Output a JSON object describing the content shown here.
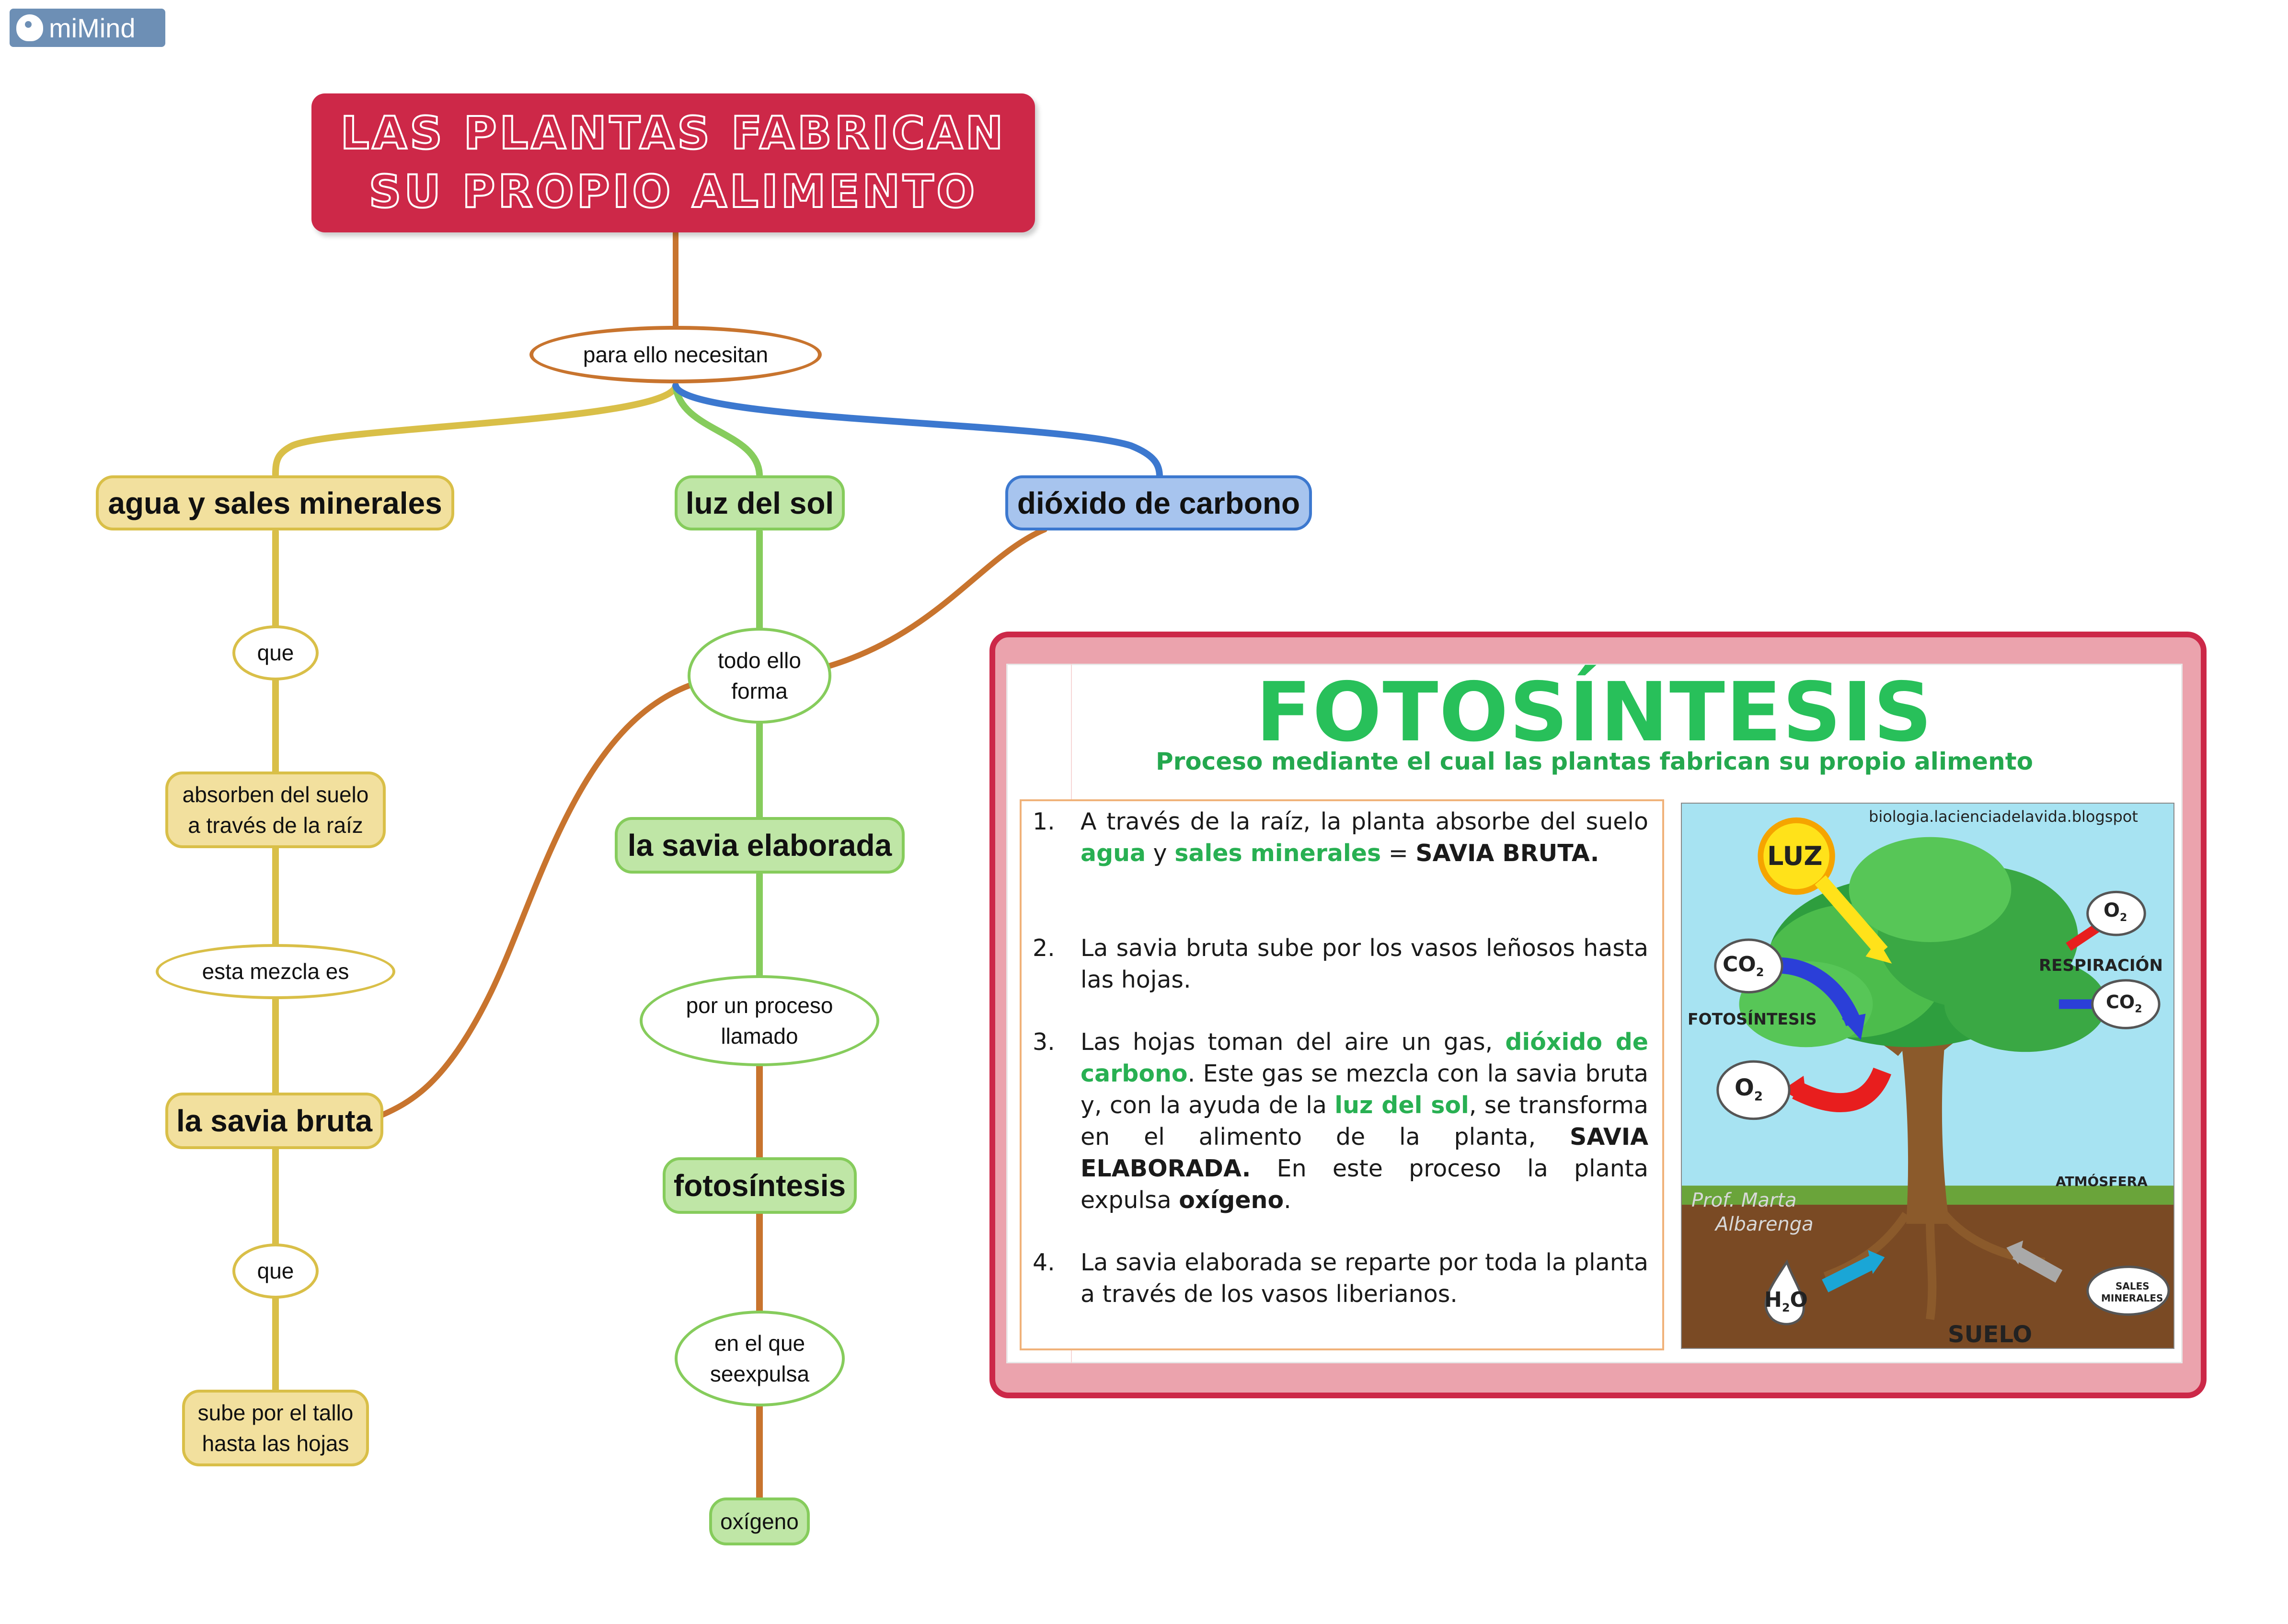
{
  "app": {
    "badge": "miMind"
  },
  "title": {
    "line1": "LAS PLANTAS FABRICAN",
    "line2": "SU PROPIO ALIMENTO"
  },
  "nodes": {
    "need": "para ello necesitan",
    "water": "agua y sales minerales",
    "sun": "luz del sol",
    "co2": "dióxido de carbono",
    "que1": "que",
    "absorb_1": "absorben del suelo",
    "absorb_2": "a través de la raíz",
    "mix": "esta mezcla es",
    "raw_sap": "la savia bruta",
    "que2": "que",
    "rise_1": "sube por el tallo",
    "rise_2": "hasta las hojas",
    "all_1": "todo ello",
    "all_2": "forma",
    "made_sap": "la savia elaborada",
    "process_1": "por un proceso",
    "process_2": "llamado",
    "photo": "fotosíntesis",
    "expel_1": "en el que",
    "expel_2": "seexpulsa",
    "oxygen": "oxígeno"
  },
  "card": {
    "title": "FOTOSÍNTESIS",
    "subtitle": "Proceso mediante el cual las plantas fabrican su propio alimento",
    "steps": [
      {
        "num": "1.",
        "a": "A través de la raíz, la planta absorbe del suelo ",
        "b": "agua",
        "c": " y ",
        "d": "sales minerales",
        "e": " = ",
        "f": "SAVIA BRUTA."
      },
      {
        "num": "2.",
        "a": "La savia bruta sube por los vasos leñosos hasta las hojas."
      },
      {
        "num": "3.",
        "a": "Las hojas toman del aire un gas, ",
        "b": "dióxido de carbono",
        "c": ".  Este gas se mezcla con la savia bruta y, con la ayuda de la ",
        "d": "luz del sol",
        "e": ", se transforma en el alimento de la planta, ",
        "f": "SAVIA ELABORADA.",
        "g": " En este proceso la planta expulsa ",
        "h": "oxígeno",
        "i": "."
      },
      {
        "num": "4.",
        "a": "La savia elaborada se reparte por toda la planta a través de los vasos liberianos."
      }
    ],
    "illustration": {
      "source": "biologia.lacienciadelavida.blogspot",
      "luz": "LUZ",
      "o2": "O",
      "o2_sub": "2",
      "co2": "CO",
      "co2_sub": "2",
      "respiracion": "RESPIRACIÓN",
      "fotosintesis": "FOTOSÍNTESIS",
      "atmosfera": "ATMÓSFERA",
      "suelo": "SUELO",
      "h2o_h": "H",
      "h2o_sub": "2",
      "h2o_o": "O",
      "sales_1": "SALES",
      "sales_2": "MINERALES",
      "signature_1": "Prof. Marta",
      "signature_2": "Albarenga"
    }
  },
  "colors": {
    "title_bg": "#cd2848",
    "yellow_branch": "#d9bf48",
    "green_branch": "#86cc5c",
    "blue_branch": "#3c78cf",
    "orange_link": "#c8742e"
  }
}
